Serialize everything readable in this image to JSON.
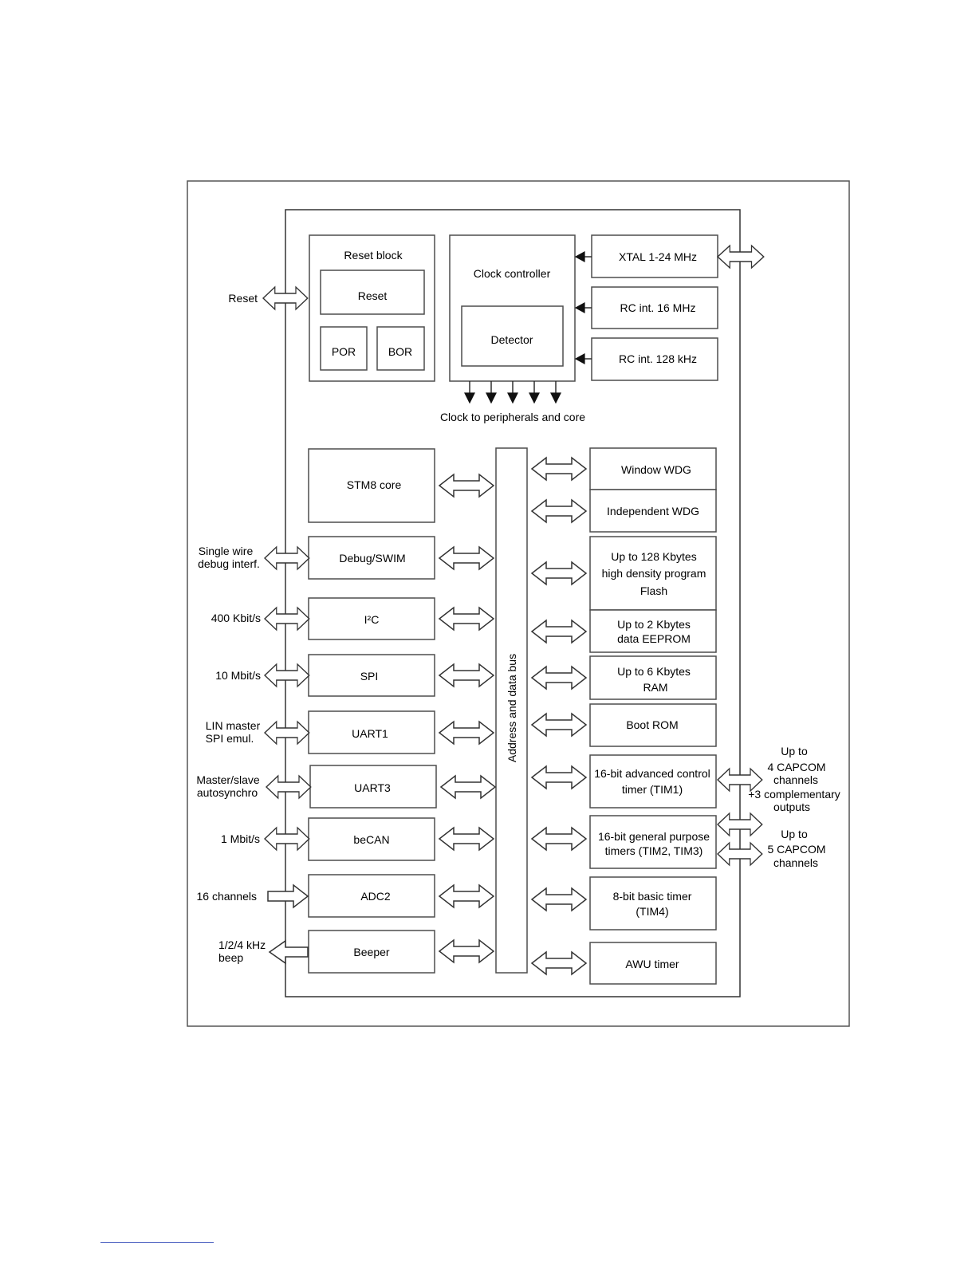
{
  "reset_block": {
    "title": "Reset block",
    "reset": "Reset",
    "por": "POR",
    "bor": "BOR"
  },
  "clock": {
    "controller": "Clock controller",
    "detector": "Detector",
    "sources": [
      "XTAL 1-24 MHz",
      "RC int. 16 MHz",
      "RC int. 128 kHz"
    ],
    "output": "Clock to peripherals and core"
  },
  "bus": {
    "label": "Address and data bus"
  },
  "left_blocks": [
    "STM8 core",
    "Debug/SWIM",
    "I²C",
    "SPI",
    "UART1",
    "UART3",
    "beCAN",
    "ADC2",
    "Beeper"
  ],
  "left_labels": {
    "reset": "Reset",
    "swim": [
      "Single wire",
      "debug interf."
    ],
    "i2c": "400 Kbit/s",
    "spi": "10 Mbit/s",
    "uart1": [
      "LIN master",
      "SPI emul."
    ],
    "uart3": [
      "Master/slave",
      "autosynchro"
    ],
    "can": "1 Mbit/s",
    "adc": "16 channels",
    "beep": [
      "1/2/4 kHz",
      "beep"
    ]
  },
  "right_blocks": {
    "window_wdg": "Window WDG",
    "independent_wdg": "Independent WDG",
    "flash": [
      "Up to 128 Kbytes",
      "high density program",
      "Flash"
    ],
    "eeprom": [
      "Up to 2 Kbytes",
      "data EEPROM"
    ],
    "ram": [
      "Up to 6 Kbytes",
      "RAM"
    ],
    "boot_rom": "Boot ROM",
    "tim1": [
      "16-bit advanced control",
      "timer (TIM1)"
    ],
    "tim23": [
      "16-bit general purpose",
      "timers (TIM2, TIM3)"
    ],
    "tim4": [
      "8-bit basic timer",
      "(TIM4)"
    ],
    "awu": "AWU timer"
  },
  "right_labels": {
    "tim1": [
      "Up to",
      "4 CAPCOM",
      "channels",
      "+3 complementary",
      "outputs"
    ],
    "tim23": [
      "Up to",
      "5 CAPCOM",
      "channels"
    ]
  }
}
